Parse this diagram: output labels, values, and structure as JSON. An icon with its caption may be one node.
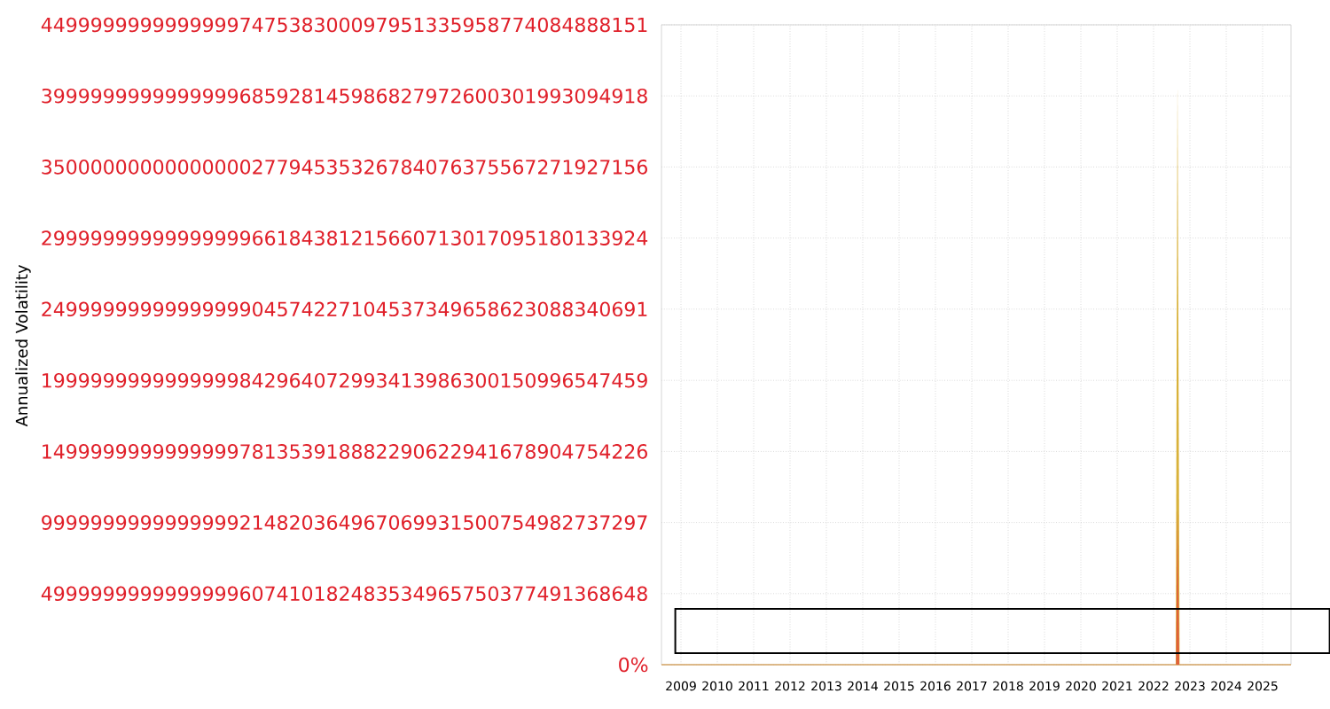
{
  "diagram": {
    "nodes": [
      {
        "text": [],
        "shape": "box"
      }
    ],
    "labels": [
      "4499999999999999747538300097951335958774084888151",
      "3999999999999999685928145986827972600301993094918",
      "3500000000000000027794535326784076375567271927156",
      "2999999999999999966184381215660713017095180133924",
      "2499999999999999904574227104537349658623088340691",
      "Annualized Volatility",
      "1999999999999999842964072993413986300150996547459",
      "1499999999999999781353918882290622941678904754226",
      "9999999999999999214820364967069931500754982737297",
      "4999999999999999607410182483534965750377491368648",
      "0%",
      "2009",
      "2010",
      "2011",
      "2012",
      "2013",
      "2014",
      "2015",
      "2016",
      "2017",
      "2018",
      "2019",
      "2020",
      "2021",
      "2022",
      "2023",
      "2024",
      "2025"
    ]
  }
}
